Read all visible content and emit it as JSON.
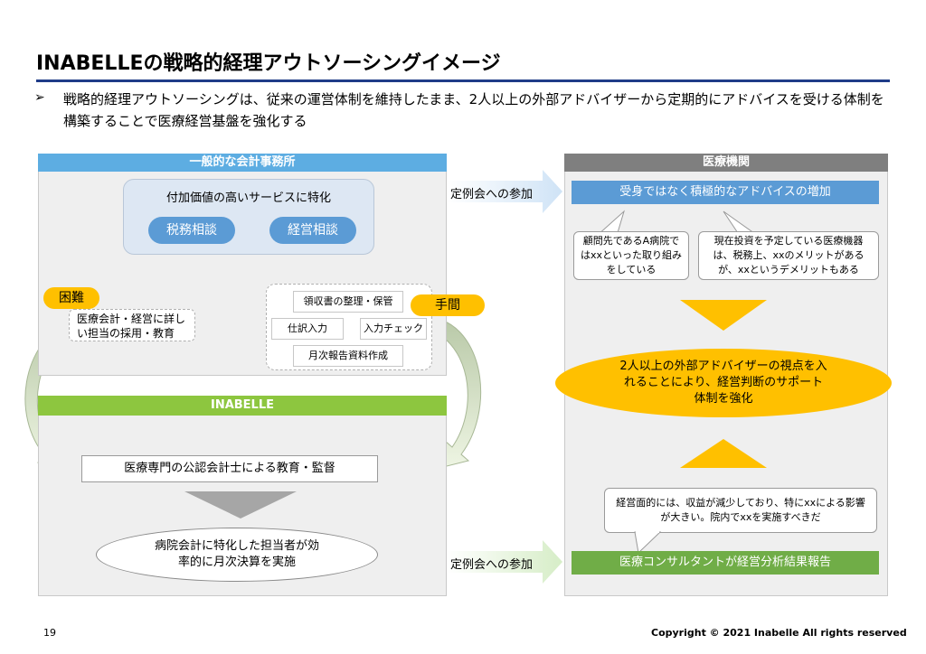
{
  "title": "INABELLEの戦略的経理アウトソーシングイメージ",
  "bullet": {
    "mark": "➢",
    "text": "戦略的経理アウトソーシングは、従来の運営体制を維持したまま、2人以上の外部アドバイザーから定期的にアドバイスを受ける体制を構築することで医療経営基盤を強化する"
  },
  "left_top": {
    "header": "一般的な会計事務所",
    "service_box_title": "付加価値の高いサービスに特化",
    "service_tax": "税務相談",
    "service_mgmt": "経営相談",
    "difficulty_badge": "困難",
    "difficulty_text": "医療会計・経営に詳しい担当の採用・教育",
    "effort_badge": "手間",
    "tasks": {
      "receipt": "領収書の整理・保管",
      "journal": "仕訳入力",
      "check": "入力チェック",
      "monthly": "月次報告資料作成"
    }
  },
  "left_bottom": {
    "header": "INABELLE",
    "education": "医療専門の公認会計士による教育・監督",
    "result": "病院会計に特化した担当者が効率的に月次決算を実施"
  },
  "middle": {
    "meeting_top": "定例会への参加",
    "meeting_bottom": "定例会への参加"
  },
  "right": {
    "header": "医療機関",
    "top_bar": "受身ではなく積極的なアドバイスの増加",
    "bubble_left": "顧問先であるA病院ではxxといった取り組みをしている",
    "bubble_right": "現在投資を予定している医療機器は、税務上、xxのメリットがあるが、xxというデメリットもある",
    "center_oval": "2人以上の外部アドバイザーの視点を入れることにより、経営判断のサポート体制を強化",
    "bubble_bottom": "経営面的には、収益が減少しており、特にxxによる影響が大きい。院内でxxを実施すべきだ",
    "bottom_bar": "医療コンサルタントが経営分析結果報告"
  },
  "footer": {
    "page": "19",
    "copyright": "Copyright © 2021 Inabelle All rights reserved"
  },
  "colors": {
    "title_line": "#1f3c88",
    "accounting_header": "#5dade2",
    "inabelle_header": "#8dc63f",
    "medical_header": "#7f7f7f",
    "accent_blue": "#5b9bd5",
    "accent_green": "#70ad47",
    "accent_yellow": "#ffc000"
  }
}
